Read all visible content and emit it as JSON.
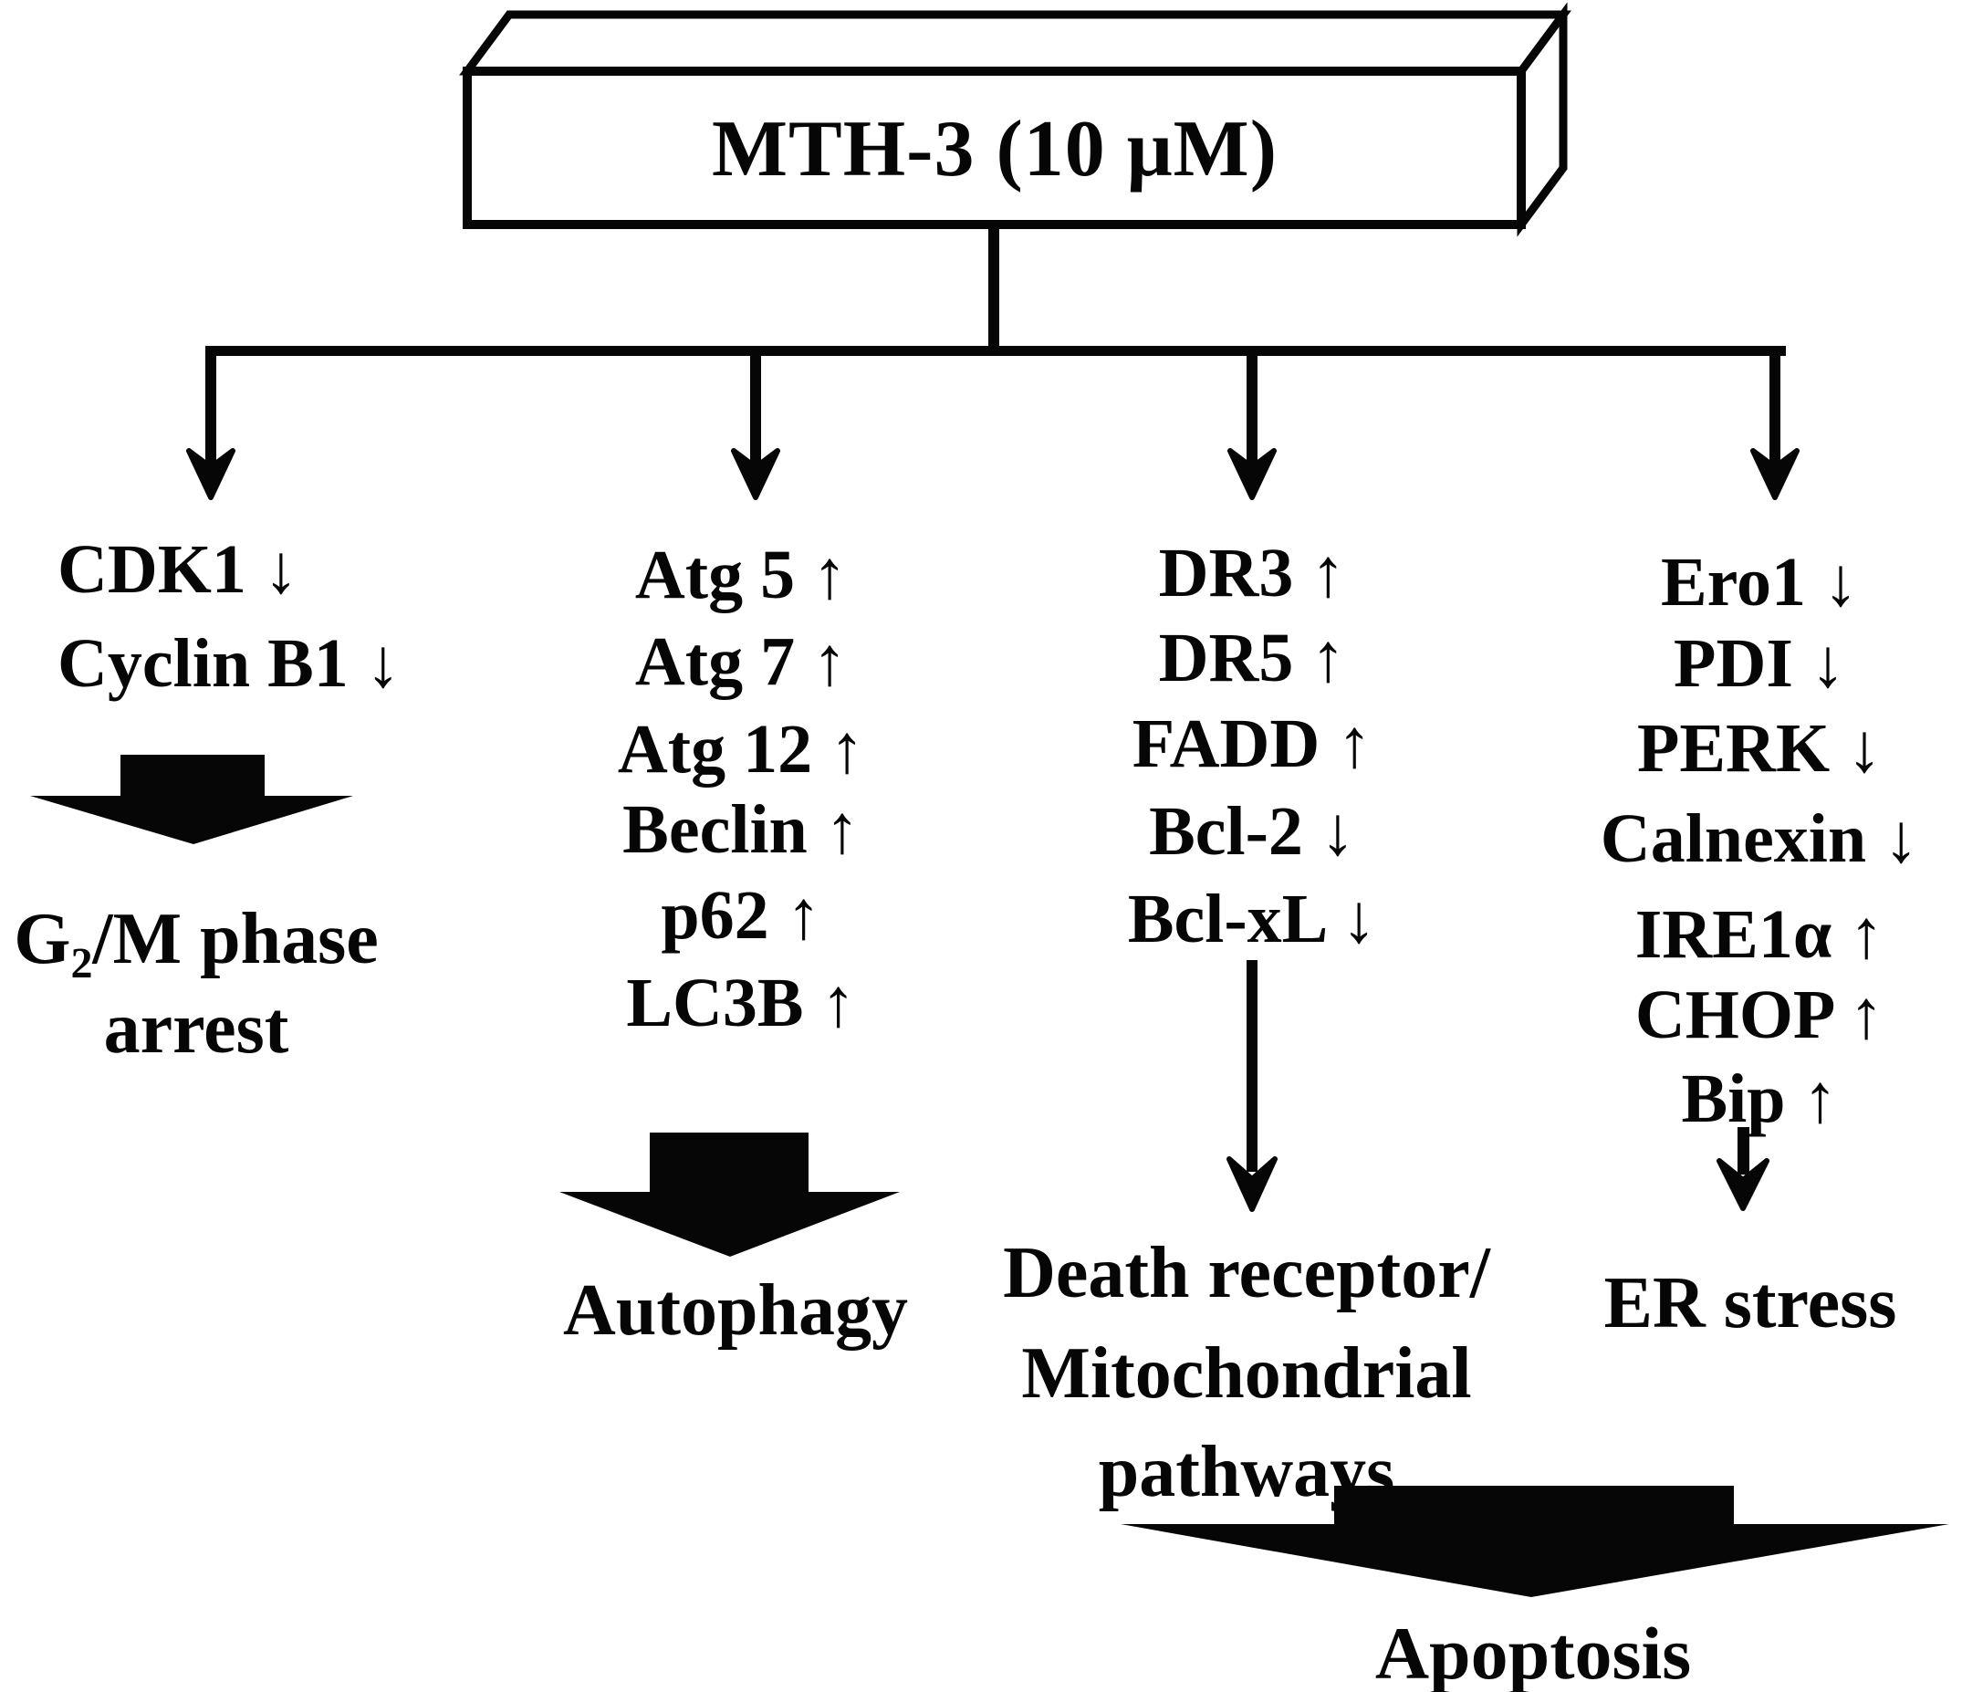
{
  "header": {
    "compound_label": "MTH-3 (10 μM)"
  },
  "columns": {
    "cell_cycle": {
      "items": [
        "CDK1 ↓",
        "Cyclin B1 ↓"
      ],
      "outcome_line1": "G₂/M phase",
      "outcome_line2": "arrest"
    },
    "autophagy": {
      "items": [
        "Atg 5 ↑",
        "Atg 7 ↑",
        "Atg 12 ↑",
        "Beclin ↑",
        "p62 ↑",
        "LC3B ↑"
      ],
      "outcome": "Autophagy"
    },
    "death_receptor": {
      "items": [
        "DR3 ↑",
        "DR5 ↑",
        "FADD ↑",
        "Bcl-2 ↓",
        "Bcl-xL ↓"
      ],
      "outcome_line1": "Death receptor/",
      "outcome_line2": "Mitochondrial",
      "outcome_line3": "pathways"
    },
    "er_stress": {
      "items": [
        "Ero1 ↓",
        "PDI ↓",
        "PERK ↓",
        "Calnexin ↓",
        "IRE1α ↑",
        "CHOP ↑",
        "Bip ↑"
      ],
      "outcome": "ER stress"
    }
  },
  "final_outcome": "Apoptosis",
  "colors": {
    "ink": "#060606",
    "background": "#ffffff"
  }
}
